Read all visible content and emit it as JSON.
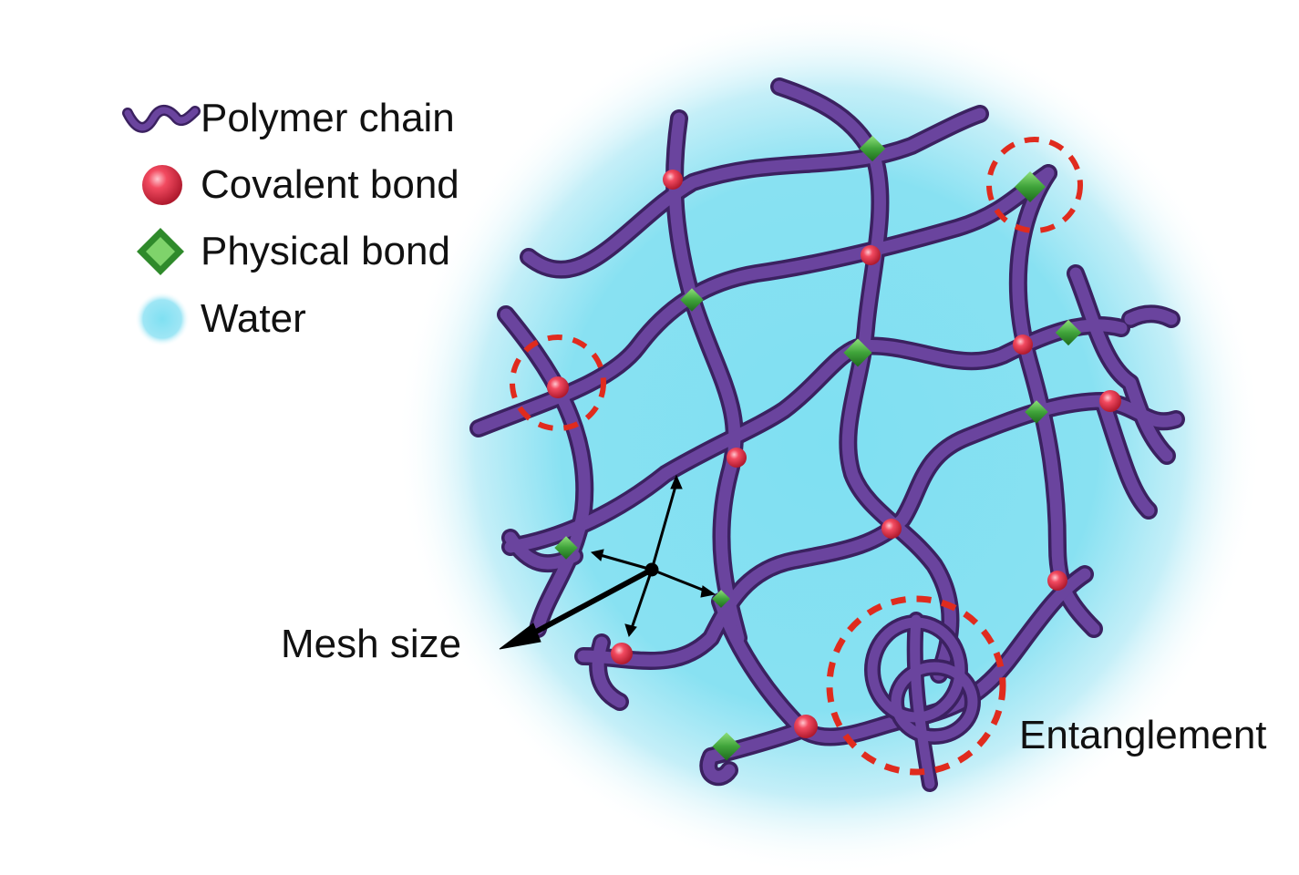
{
  "legend": {
    "items": [
      {
        "key": "polymer",
        "label": "Polymer chain",
        "icon": "ribbon-icon",
        "color": "#5b3a8c"
      },
      {
        "key": "covalent",
        "label": "Covalent bond",
        "icon": "red-sphere-icon",
        "color": "#e8344c"
      },
      {
        "key": "physical",
        "label": "Physical bond",
        "icon": "green-diamond-icon",
        "color": "#3fa33a"
      },
      {
        "key": "water",
        "label": "Water",
        "icon": "water-blob-icon",
        "color": "#7fe0f2"
      }
    ]
  },
  "annotations": {
    "mesh_size": "Mesh size",
    "entanglement": "Entanglement"
  },
  "colors": {
    "chain": "#5b3a8c",
    "chain_dark": "#3b2160",
    "water": "#7fe0f2",
    "covalent": "#e8344c",
    "physical": "#3fa33a",
    "highlight_ring": "#e02b1e"
  }
}
